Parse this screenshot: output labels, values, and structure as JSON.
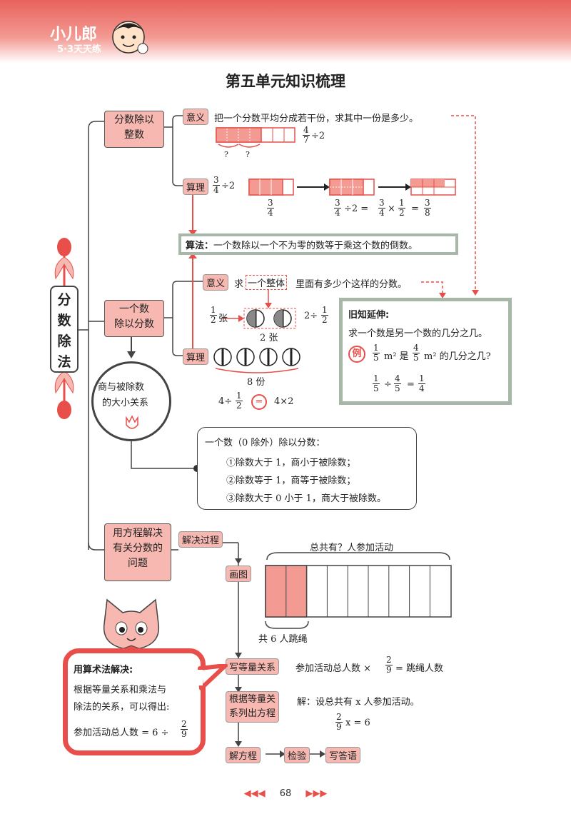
{
  "header": {
    "logo_main": "小儿郎",
    "logo_sub": "5·3天天练"
  },
  "page_title": "第五单元知识梳理",
  "side_title": [
    "分",
    "数",
    "除",
    "法"
  ],
  "branch1": {
    "box": [
      "分数除以",
      "整数"
    ],
    "meaning_tag": "意义",
    "meaning_text": "把一个分数平均分成若干份，求其中一份是多少。",
    "expr_frac": {
      "n": "4",
      "d": "7"
    },
    "expr_suffix": "÷2",
    "q_marks": [
      "?",
      "?"
    ],
    "reason_tag": "算理",
    "reason_frac": {
      "n": "3",
      "d": "4"
    },
    "reason_suffix": "÷2",
    "bar_label_frac": {
      "n": "3",
      "d": "4"
    },
    "eq_f1": {
      "n": "3",
      "d": "4"
    },
    "eq_div": "÷2 =",
    "eq_f2": {
      "n": "3",
      "d": "4"
    },
    "eq_times": "×",
    "eq_f3": {
      "n": "1",
      "d": "2"
    },
    "eq_equals": "=",
    "eq_f4": {
      "n": "3",
      "d": "8"
    }
  },
  "algorithm": {
    "label": "算法：",
    "text": "一个数除以一个不为零的数等于乘这个数的倒数。"
  },
  "branch2": {
    "box": [
      "一个数",
      "除以分数"
    ],
    "meaning_tag": "意义",
    "meaning_pre": "求",
    "meaning_boxed": "一个整体",
    "meaning_post": "里面有多少个这样的分数。",
    "half_frac": {
      "n": "1",
      "d": "2"
    },
    "half_unit": "张",
    "div_prefix": "2÷",
    "div_frac": {
      "n": "1",
      "d": "2"
    },
    "two_sheets": "2 张",
    "reason_tag": "算理",
    "parts_label": "8 份",
    "eq_left": "4÷",
    "eq_frac": {
      "n": "1",
      "d": "2"
    },
    "eq_symbol": "=",
    "eq_right": "4×2"
  },
  "review": {
    "title": "旧知延伸:",
    "line1": "求一个数是另一个数的几分之几。",
    "example_mark": "例",
    "ex_f1": {
      "n": "1",
      "d": "5"
    },
    "ex_mid": "m² 是",
    "ex_f2": {
      "n": "4",
      "d": "5"
    },
    "ex_end": "m² 的几分之几?",
    "sol_f1": {
      "n": "1",
      "d": "5"
    },
    "sol_div": "÷",
    "sol_f2": {
      "n": "4",
      "d": "5"
    },
    "sol_eq": "=",
    "sol_f3": {
      "n": "1",
      "d": "4"
    }
  },
  "relation": {
    "circle_text": [
      "商与被除数",
      "的大小关系"
    ],
    "intro": "一个数（0 除外）除以分数：",
    "items": [
      "①除数大于 1，商小于被除数；",
      "②除数等于 1，商等于被除数；",
      "③除数大于 0 小于 1，商大于被除数。"
    ]
  },
  "branch3": {
    "box": [
      "用方程解决",
      "有关分数的",
      "问题"
    ],
    "process_tag": "解决过程",
    "step_draw": "画图",
    "total_label": "总共有？人参加活动",
    "rope_label": "共 6 人跳绳",
    "step_relation": "写等量关系",
    "relation_pre": "参加活动总人数 ×",
    "relation_frac": {
      "n": "2",
      "d": "9"
    },
    "relation_post": "= 跳绳人数",
    "step_equation": [
      "根据等量关",
      "系列出方程"
    ],
    "let_text": "解：设总共有 x 人参加活动。",
    "eq_frac": {
      "n": "2",
      "d": "9"
    },
    "eq_rest": "x = 6",
    "step_solve": "解方程",
    "step_check": "检验",
    "step_answer": "写答语"
  },
  "arithmetic": {
    "title": "用算术法解决:",
    "lines": [
      "根据等量关系和乘法与",
      "除法的关系，可以得出:"
    ],
    "last_pre": "参加活动总人数 = 6 ÷",
    "last_frac": {
      "n": "2",
      "d": "9"
    }
  },
  "page_number": "68",
  "colors": {
    "accent": "#e84f4a",
    "box_fill": "#f6b8b1",
    "frame": "#a8b8a8"
  }
}
